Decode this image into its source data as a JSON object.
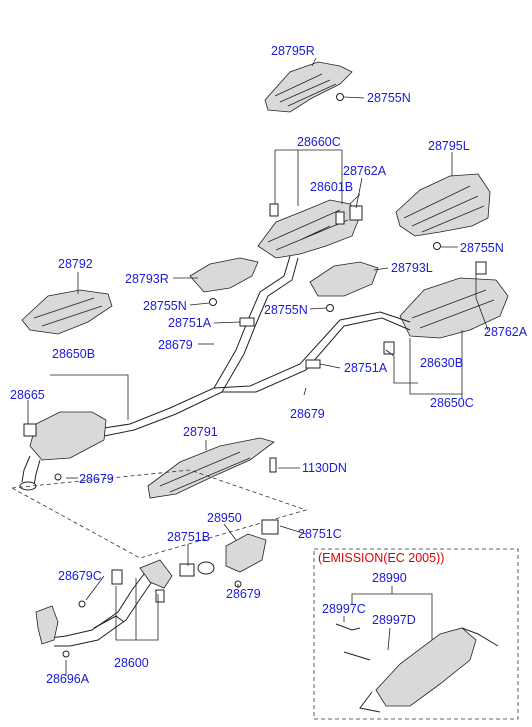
{
  "colors": {
    "label": "#1a1ad6",
    "emission": "#e00000",
    "line": "#222222"
  },
  "labels": {
    "p28795R": "28795R",
    "p28755N_top": "28755N",
    "p28660C": "28660C",
    "p28762A_top": "28762A",
    "p28795L": "28795L",
    "p28601B": "28601B",
    "p28755N_right": "28755N",
    "p28792": "28792",
    "p28793R": "28793R",
    "p28793L": "28793L",
    "p28755N_left": "28755N",
    "p28755N_mid": "28755N",
    "p28751A_left": "28751A",
    "p28762A_right": "28762A",
    "p28679_a": "28679",
    "p28650B": "28650B",
    "p28751A_right": "28751A",
    "p28630B": "28630B",
    "p28665": "28665",
    "p28679_b": "28679",
    "p28650C": "28650C",
    "p28791": "28791",
    "p1130DN": "1130DN",
    "p28679_c": "28679",
    "p28950": "28950",
    "p28751B": "28751B",
    "p28751C": "28751C",
    "p28679C": "28679C",
    "p28679_d": "28679",
    "p28600": "28600",
    "p28696A": "28696A",
    "p28990": "28990",
    "p28997C": "28997C",
    "p28997D": "28997D"
  },
  "emission": {
    "title": "(EMISSION(EC 2005))"
  }
}
